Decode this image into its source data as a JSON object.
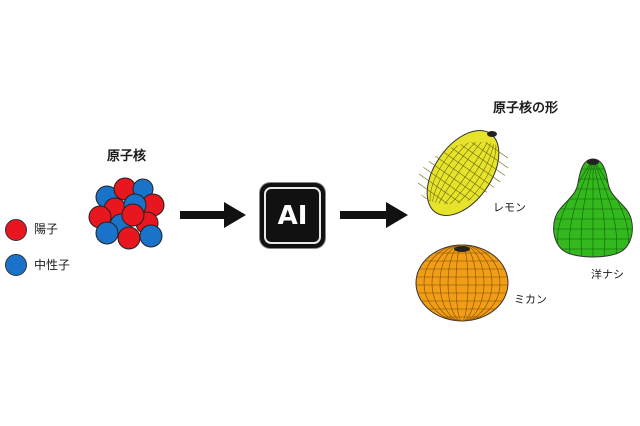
{
  "legend": {
    "proton_label": "陽子",
    "neutron_label": "中性子",
    "proton_color": "#e8161e",
    "neutron_color": "#1a73c8"
  },
  "nucleus": {
    "title": "原子核"
  },
  "ai_box": {
    "label": "AI"
  },
  "shapes": {
    "title": "原子核の形",
    "lemon_label": "レモン",
    "mikan_label": "ミカン",
    "pear_label": "洋ナシ",
    "lemon_color": "#e6e32a",
    "mikan_color": "#f19d15",
    "pear_color": "#33b81e"
  },
  "icons": [
    "right-arrow-icon",
    "right-arrow-icon"
  ]
}
